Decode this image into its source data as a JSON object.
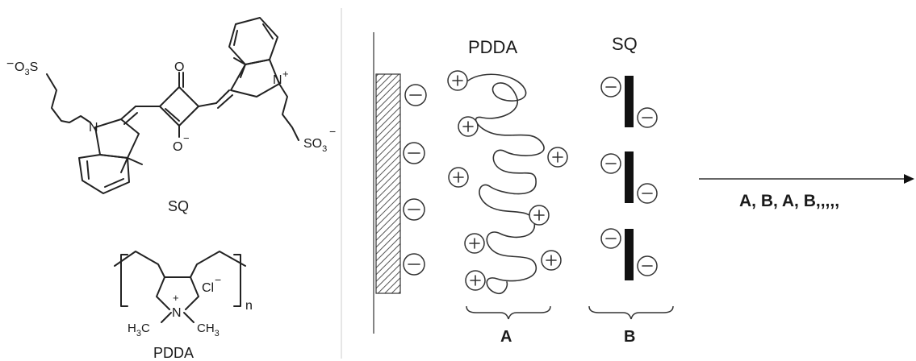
{
  "structures": {
    "sq_sulfonate_left": "O3S",
    "sq_sulfonate_left_charge": "−",
    "sq_sulfonate_left_sub": "3",
    "sq_sulfonate_right": "SO3",
    "sq_sulfonate_right_charge": "−",
    "sq_nitrogen_left": "N",
    "sq_nitrogen_right": "N",
    "sq_nitrogen_right_charge": "+",
    "sq_oxygen_top": "O",
    "sq_oxygen_bottom": "O",
    "sq_oxygen_bottom_charge": "−",
    "sq_name": "SQ",
    "pdda_chloride": "Cl",
    "pdda_chloride_charge": "−",
    "pdda_nitrogen": "N",
    "pdda_nitrogen_charge": "+",
    "pdda_methyl_left": "H3C",
    "pdda_methyl_right": "CH3",
    "pdda_repeat": "n",
    "pdda_name": "PDDA"
  },
  "schematic": {
    "pdda_header": "PDDA",
    "sq_header": "SQ",
    "layer_a_label": "A",
    "layer_b_label": "B",
    "sequence_label": "A, B, A, B,,,,,",
    "negative_sign": "−",
    "positive_sign": "+"
  },
  "colors": {
    "ink": "#1a1a1a",
    "substrate_hatch": "#555555",
    "sq_bar": "#111111",
    "divider": "#cccccc"
  }
}
